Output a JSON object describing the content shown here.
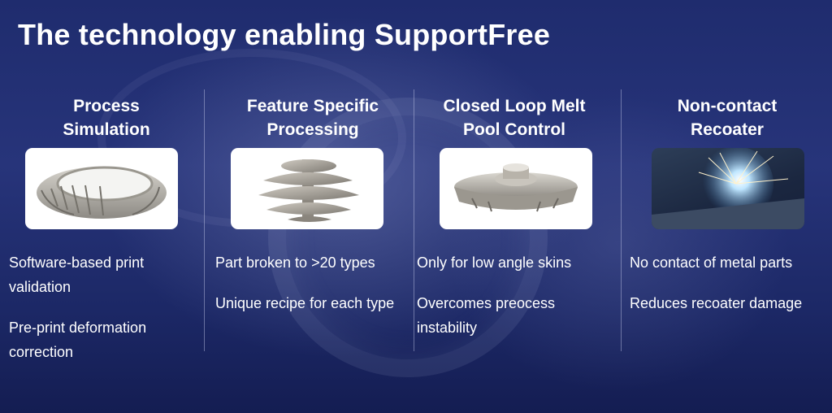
{
  "slide": {
    "title": "The technology enabling SupportFree",
    "columns": [
      {
        "heading_line1": "Process",
        "heading_line2": "Simulation",
        "image_icon": "turbine-ring-part-icon",
        "bullets": [
          "Software-based print validation",
          "Pre-print deformation correction"
        ]
      },
      {
        "heading_line1": "Feature Specific",
        "heading_line2": "Processing",
        "image_icon": "helical-screw-part-icon",
        "bullets": [
          "Part broken to >20 types",
          "Unique recipe for each type"
        ]
      },
      {
        "heading_line1": "Closed Loop Melt",
        "heading_line2": "Pool Control",
        "image_icon": "impeller-part-icon",
        "bullets": [
          "Only for low angle skins",
          "Overcomes preocess instability"
        ]
      },
      {
        "heading_line1": "Non-contact",
        "heading_line2": "Recoater",
        "image_icon": "laser-melting-photo-icon",
        "bullets": [
          "No contact of metal parts",
          "Reduces recoater damage"
        ]
      }
    ]
  },
  "colors": {
    "background": "#22307a",
    "text": "#ffffff",
    "divider": "#c8cdeb"
  }
}
